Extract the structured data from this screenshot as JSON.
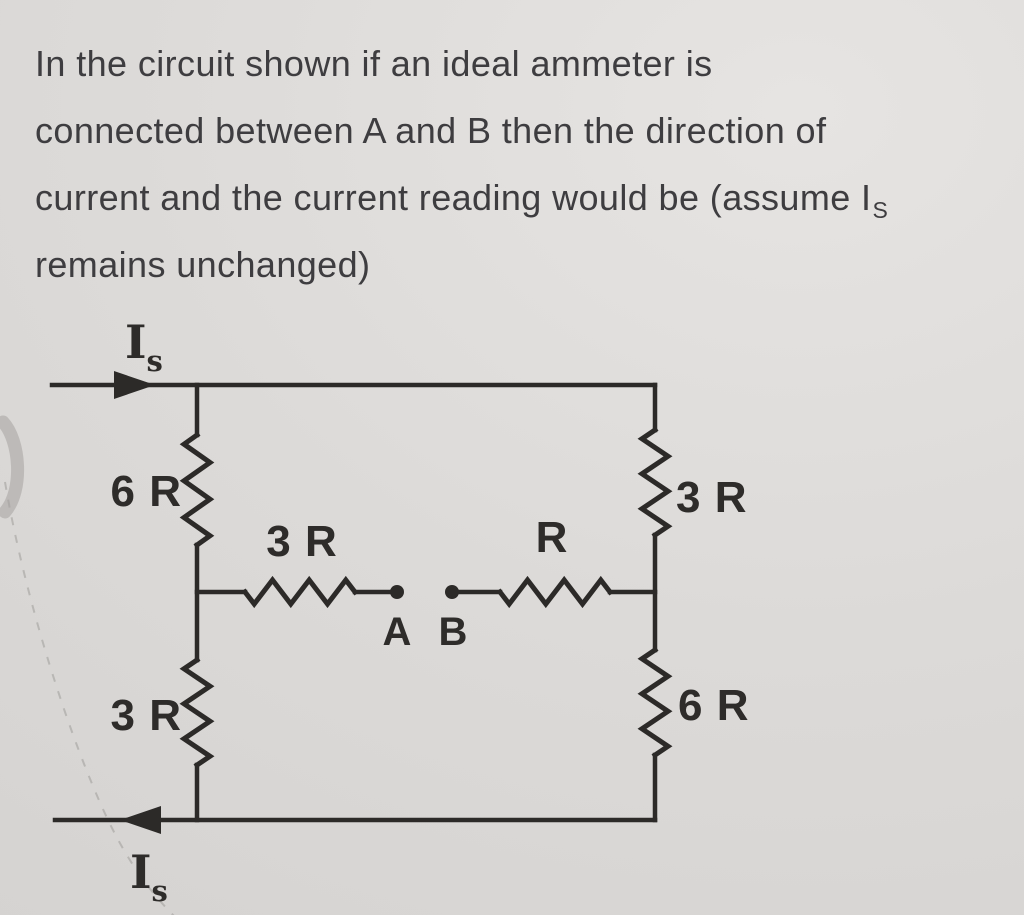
{
  "question": {
    "line1": "In the circuit shown if an ideal ammeter is",
    "line2": "connected between A and B then the direction of",
    "line3_main": "current and the current reading would be (assume I",
    "line3_sub": "S",
    "line4": "remains unchanged)"
  },
  "circuit": {
    "source_current_top": {
      "main": "I",
      "sub": "s"
    },
    "source_current_bottom": {
      "main": "I",
      "sub": "s"
    },
    "resistors": {
      "left_upper": "6 R",
      "left_lower": "3 R",
      "right_upper": "3 R",
      "right_lower": "6 R",
      "middle_left": "3 R",
      "middle_right": "R"
    },
    "nodes": {
      "a": "A",
      "b": "B"
    },
    "colors": {
      "stroke": "#2c2a28",
      "question_text": "#3e3d40",
      "background": "#dcdad8"
    }
  }
}
